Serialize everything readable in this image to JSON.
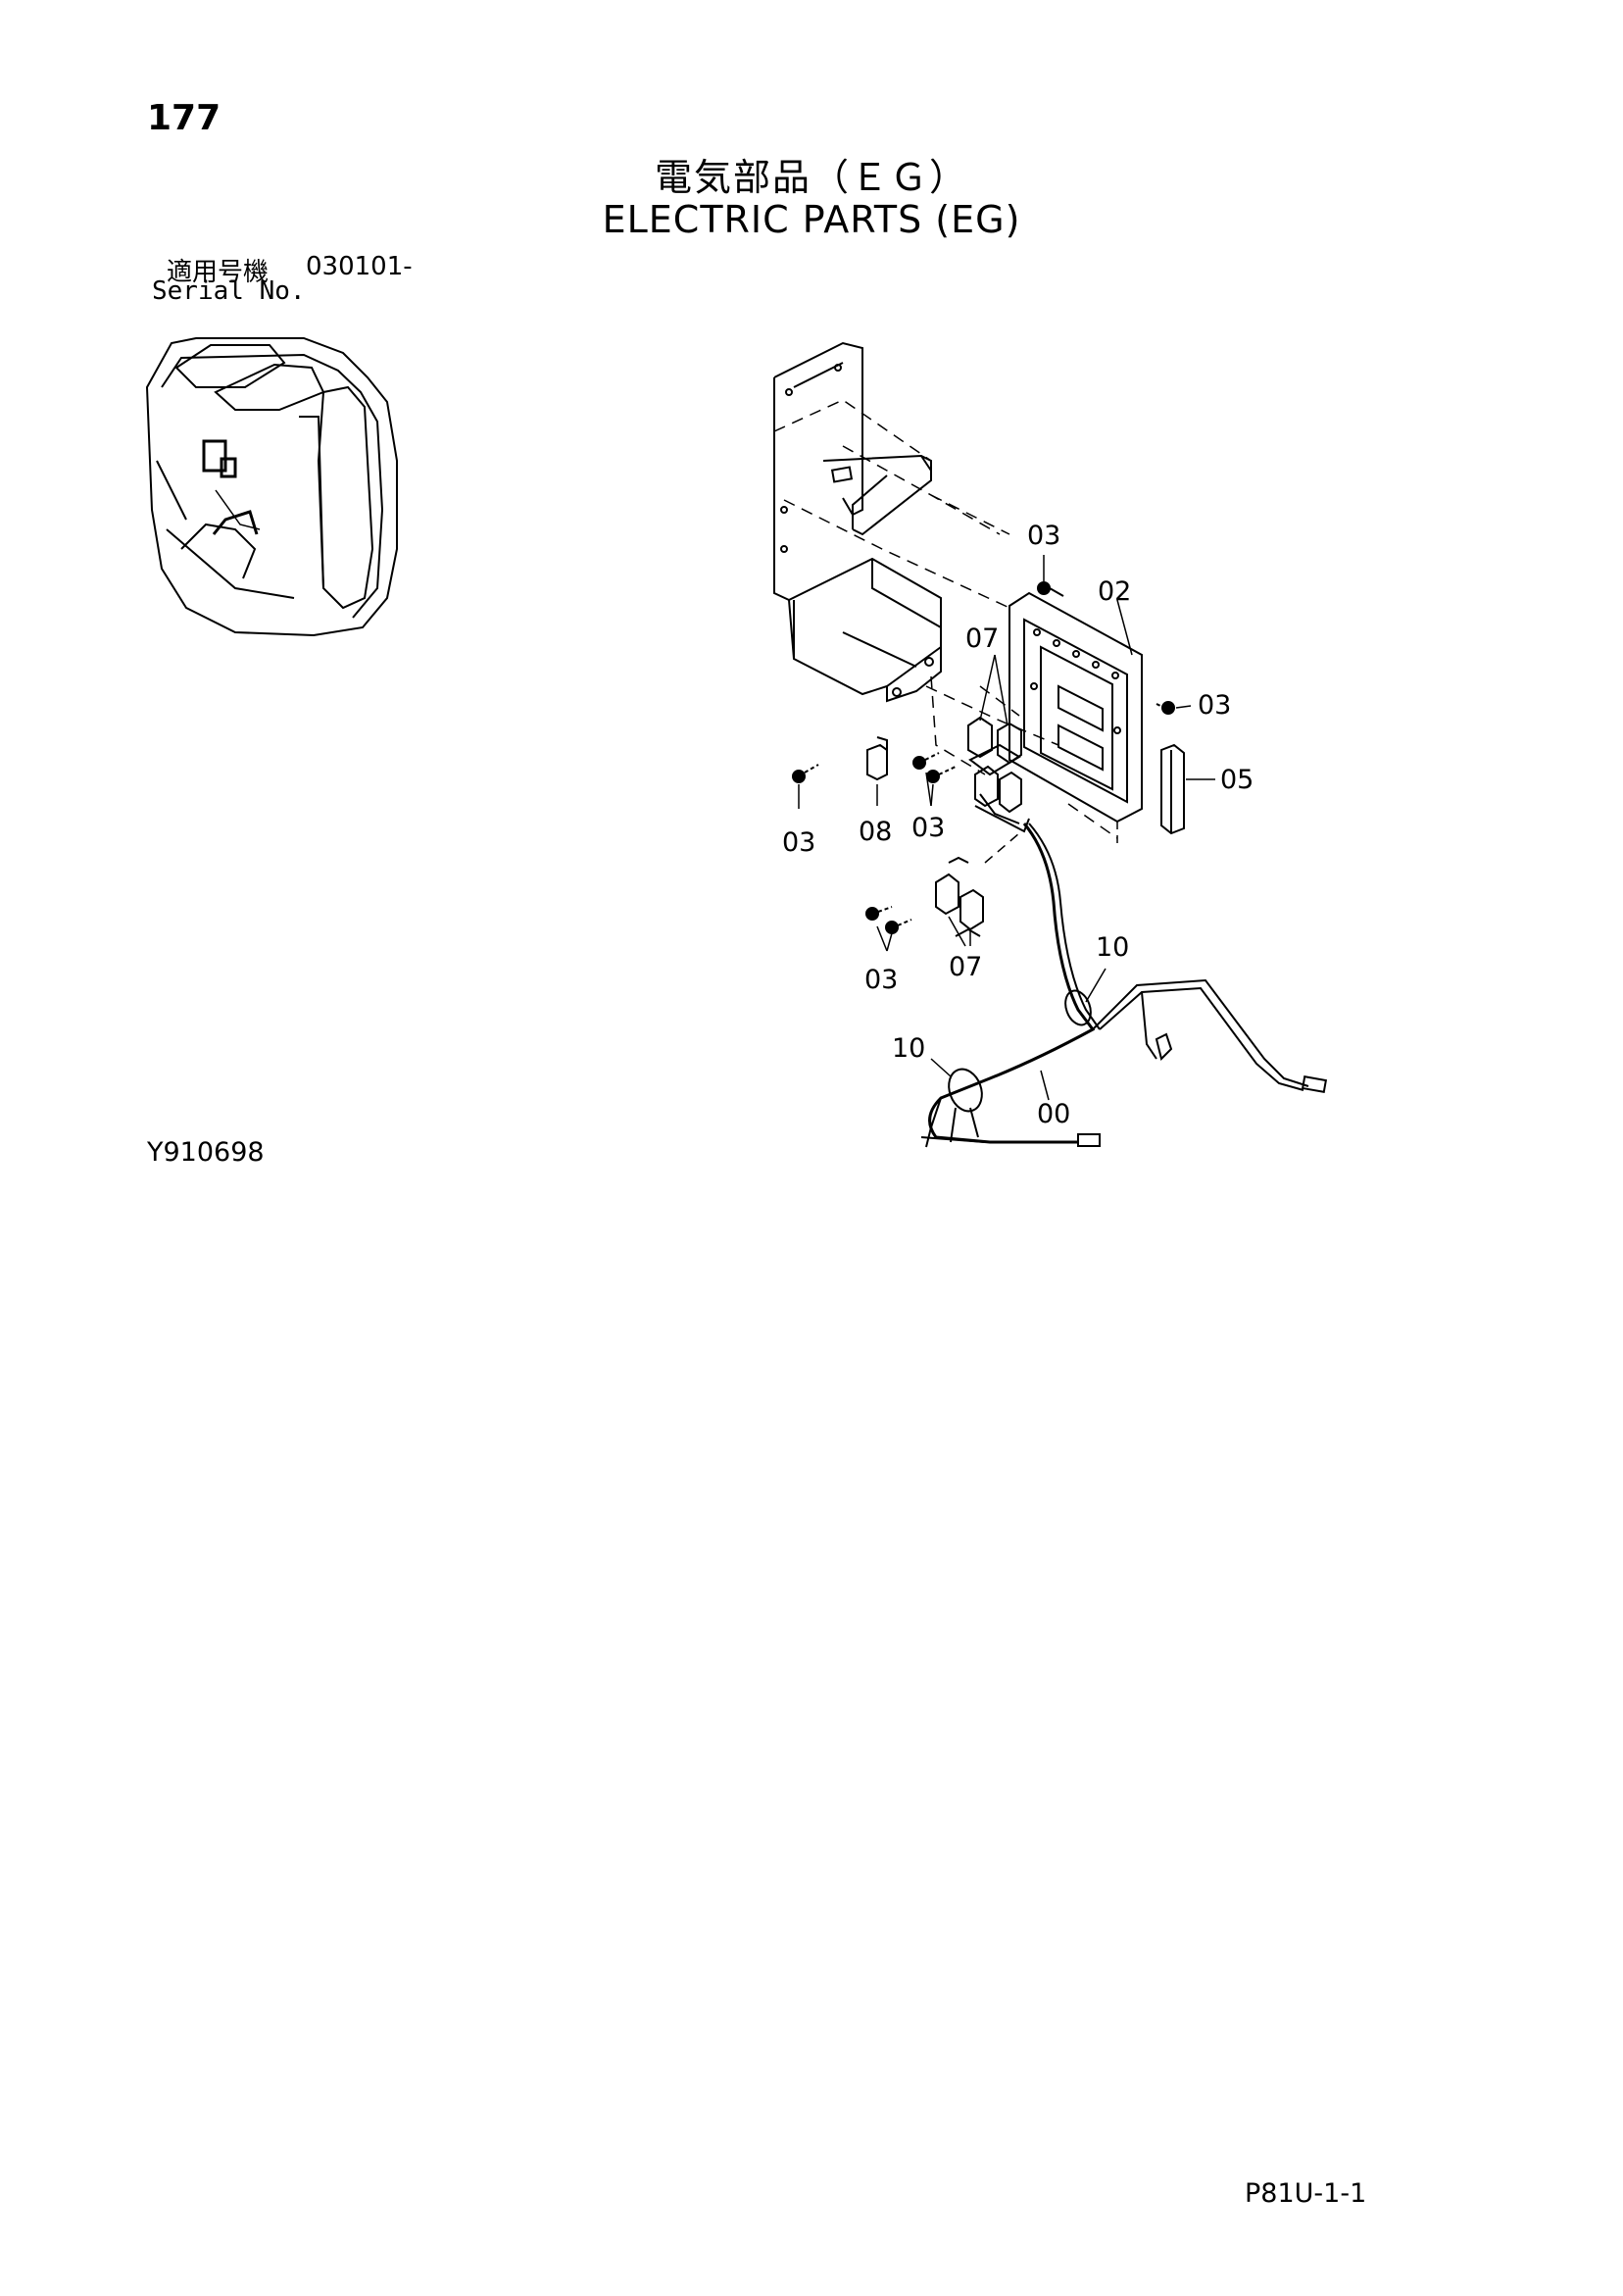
{
  "header": {
    "page_number": "177",
    "title_jp": "電気部品（ＥＧ）",
    "title_en": "ELECTRIC PARTS (EG)"
  },
  "serial": {
    "label_jp": "適用号機",
    "range": "030101-",
    "label_en": "Serial No."
  },
  "callouts": [
    "03",
    "02",
    "07",
    "03",
    "05",
    "03",
    "08",
    "03",
    "03",
    "07",
    "10",
    "10",
    "00"
  ],
  "footer": {
    "figure_id": "Y910698",
    "page_code": "P81U-1-1"
  },
  "icons": {
    "locator": "excavator-cab-locator-icon",
    "exploded": "electric-parts-exploded-view"
  }
}
